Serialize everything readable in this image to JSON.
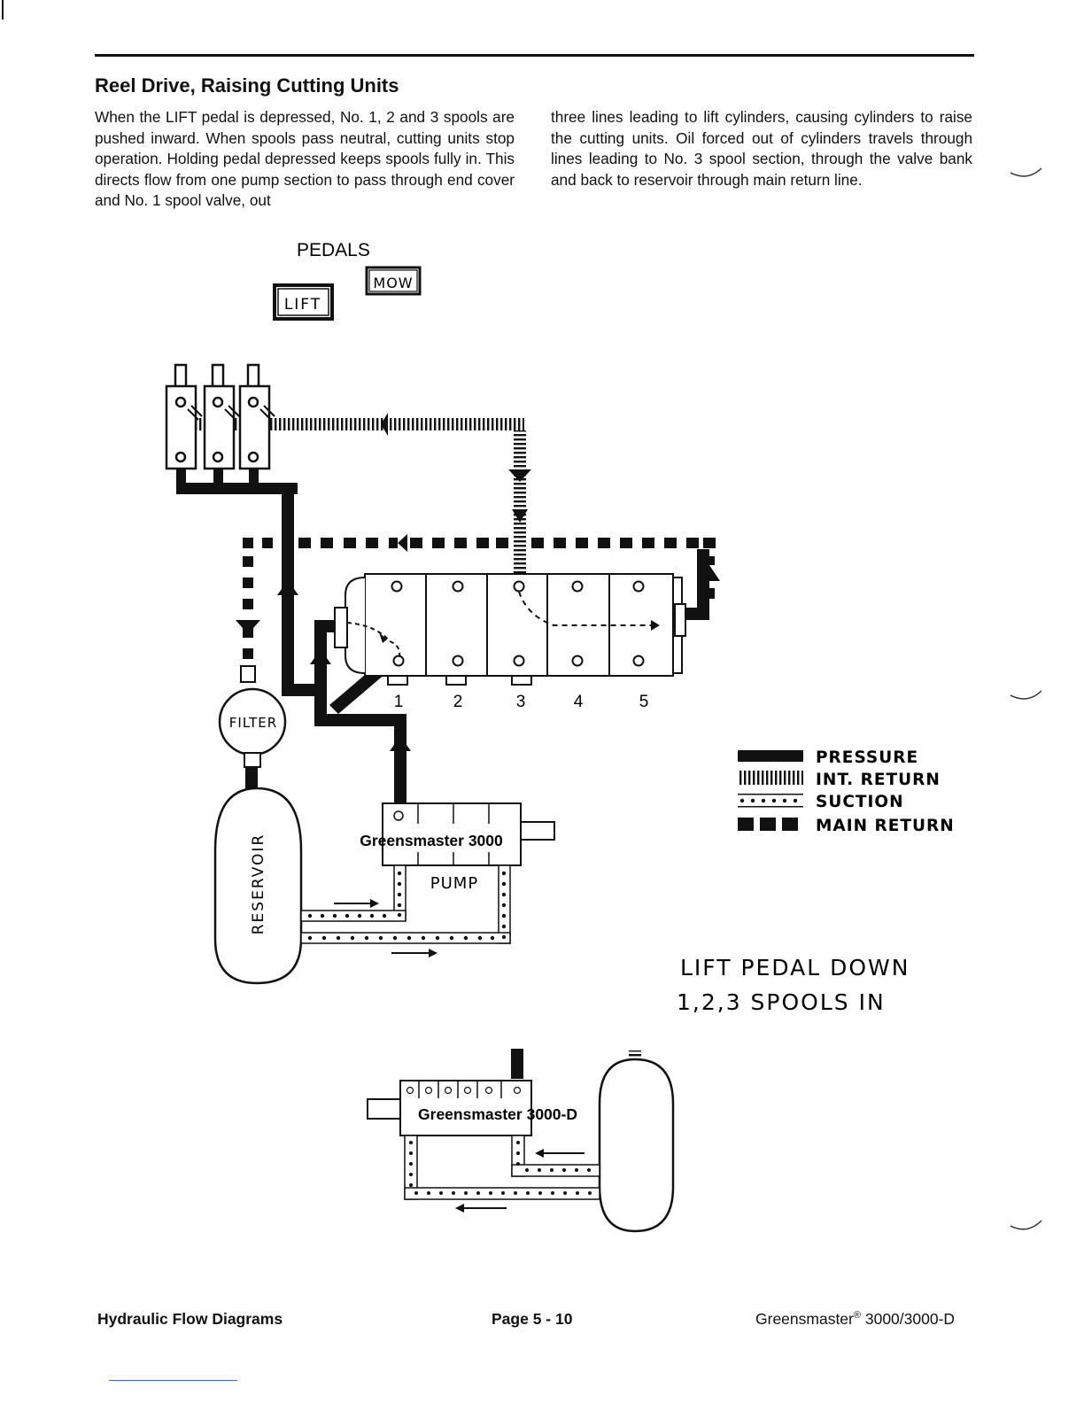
{
  "section": {
    "title": "Reel Drive, Raising Cutting Units",
    "paragraph_left": "When the LIFT pedal is depressed, No. 1, 2 and 3 spools are pushed inward. When spools pass neutral, cutting units stop operation. Holding pedal depressed keeps spools fully in. This directs flow from one pump section to pass through end cover and No. 1 spool valve, out",
    "paragraph_right": "three lines leading to lift cylinders, causing cylinders to raise the cutting units. Oil forced out of cylinders travels through lines leading to No. 3 spool section, through the valve bank and back to reservoir through main return line."
  },
  "diagram": {
    "pedals_title": "PEDALS",
    "pedal_lift": "LIFT",
    "pedal_mow": "MOW",
    "filter_label": "FILTER",
    "reservoir_label": "RESERVOIR",
    "pump_model_label": "Greensmaster 3000",
    "pump_label": "PUMP",
    "pump_d_model_label": "Greensmaster 3000-D",
    "valve_spools": [
      "1",
      "2",
      "3",
      "4",
      "5"
    ],
    "legend": [
      {
        "pattern": "solid",
        "label": "PRESSURE"
      },
      {
        "pattern": "hatch",
        "label": "INT. RETURN"
      },
      {
        "pattern": "dotted",
        "label": "SUCTION"
      },
      {
        "pattern": "dashed",
        "label": "MAIN RETURN"
      }
    ],
    "caption_line1": "LIFT PEDAL DOWN",
    "caption_line2": "1,2,3 SPOOLS IN",
    "colors": {
      "ink": "#111111",
      "paper": "#ffffff"
    }
  },
  "footer": {
    "left": "Hydraulic Flow Diagrams",
    "center": "Page 5 - 10",
    "right_brand": "Greensmaster",
    "right_mark": "®",
    "right_model": "3000/3000-D"
  }
}
